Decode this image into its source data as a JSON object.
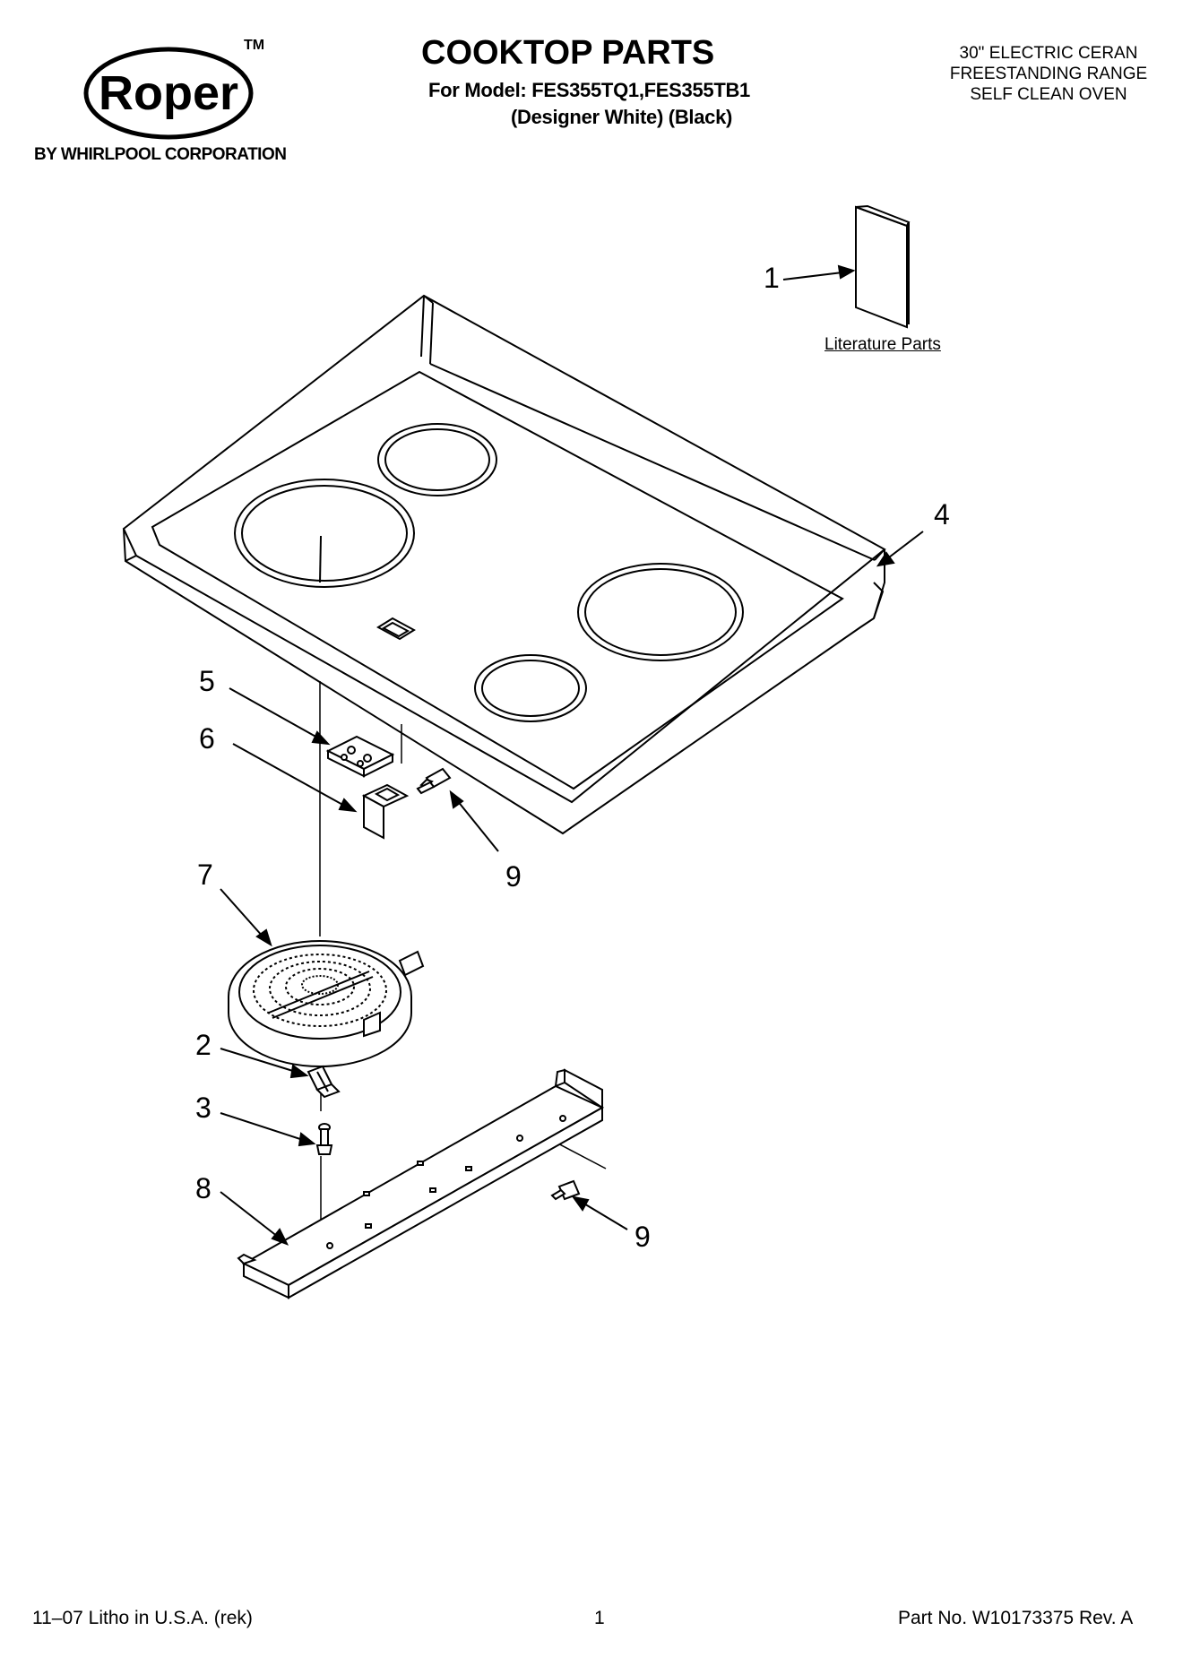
{
  "header": {
    "brand_logo_text": "Roper",
    "trademark": "TM",
    "brand_subtitle": "BY WHIRLPOOL CORPORATION",
    "title": "COOKTOP PARTS",
    "model_line": "For Model: FES355TQ1,FES355TB1",
    "variants_line": "(Designer White) (Black)",
    "description": [
      "30\" ELECTRIC CERAN",
      "FREESTANDING RANGE",
      "SELF CLEAN OVEN"
    ]
  },
  "diagram": {
    "literature_label": "Literature Parts",
    "callouts": {
      "c1": "1",
      "c2": "2",
      "c3": "3",
      "c4": "4",
      "c5": "5",
      "c6": "6",
      "c7": "7",
      "c8": "8",
      "c9a": "9",
      "c9b": "9"
    }
  },
  "footer": {
    "litho": "11–07 Litho in U.S.A. (rek)",
    "page": "1",
    "part_no": "Part No. W10173375 Rev. A"
  }
}
